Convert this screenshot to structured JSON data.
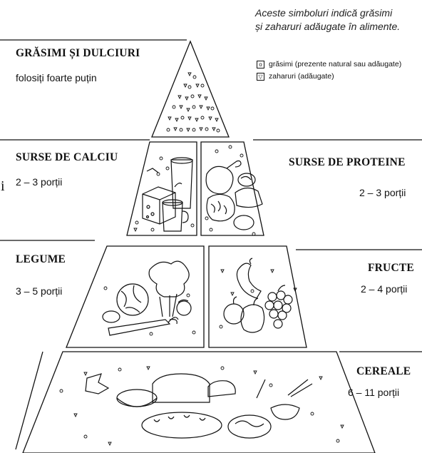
{
  "note": {
    "line1": "Aceste simboluri indică grăsimi",
    "line2": "și zaharuri adăugate în alimente."
  },
  "legend": {
    "fat_symbol": "o",
    "fat_label": "grăsimi (prezente natural sau adăugate)",
    "sugar_symbol": "▽",
    "sugar_label": "zaharuri (adăugate)"
  },
  "groups": {
    "fats": {
      "title": "GRĂSIMI ȘI DULCIURI",
      "serving": "folosiți foarte puțin"
    },
    "calcium": {
      "title": "SURSE DE CALCIU",
      "serving": "2 – 3 porții",
      "stray": "i"
    },
    "protein": {
      "title": "SURSE DE PROTEINE",
      "serving": "2 – 3 porții"
    },
    "vegetables": {
      "title": "LEGUME",
      "serving": "3 – 5 porții"
    },
    "fruit": {
      "title": "FRUCTE",
      "serving": "2 – 4 porții"
    },
    "grains": {
      "title": "CEREALE",
      "serving": "6 – 11 porții"
    }
  }
}
